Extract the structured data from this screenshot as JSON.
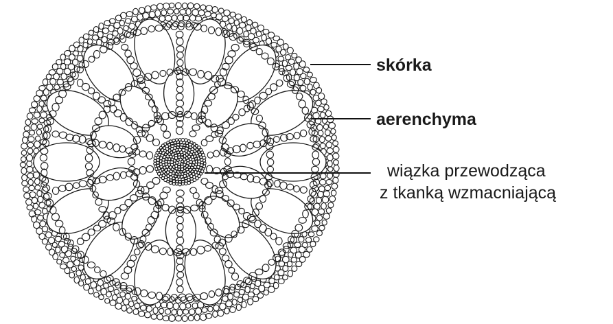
{
  "labels": {
    "epidermis": "skórka",
    "aerenchyma": "aerenchyma",
    "bundle_line1": "wiązka przewodząca",
    "bundle_line2": "z tkanką wzmacniającą"
  },
  "colors": {
    "ink": "#1a1a1a",
    "background": "#ffffff"
  }
}
